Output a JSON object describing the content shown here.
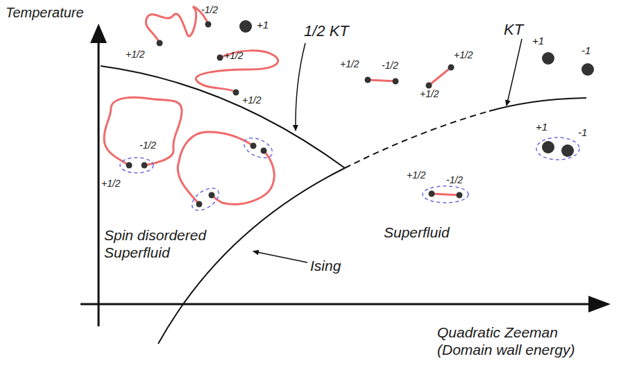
{
  "diagram": {
    "labels": [
      "Temperature",
      "-1/2",
      "+1",
      "+1/2",
      "+1/2",
      "+1/2",
      "1/2 KT",
      "KT",
      "+1/2",
      "-1/2",
      "+1/2",
      "+1/2",
      "+1",
      "-1",
      "-1/2",
      "+1/2",
      "+1",
      "-1",
      "+1/2",
      "-1/2",
      "Spin disordered Superfluid",
      "Superfluid",
      "Ising",
      "Quadratic Zeeman (Domain wall energy)"
    ]
  }
}
